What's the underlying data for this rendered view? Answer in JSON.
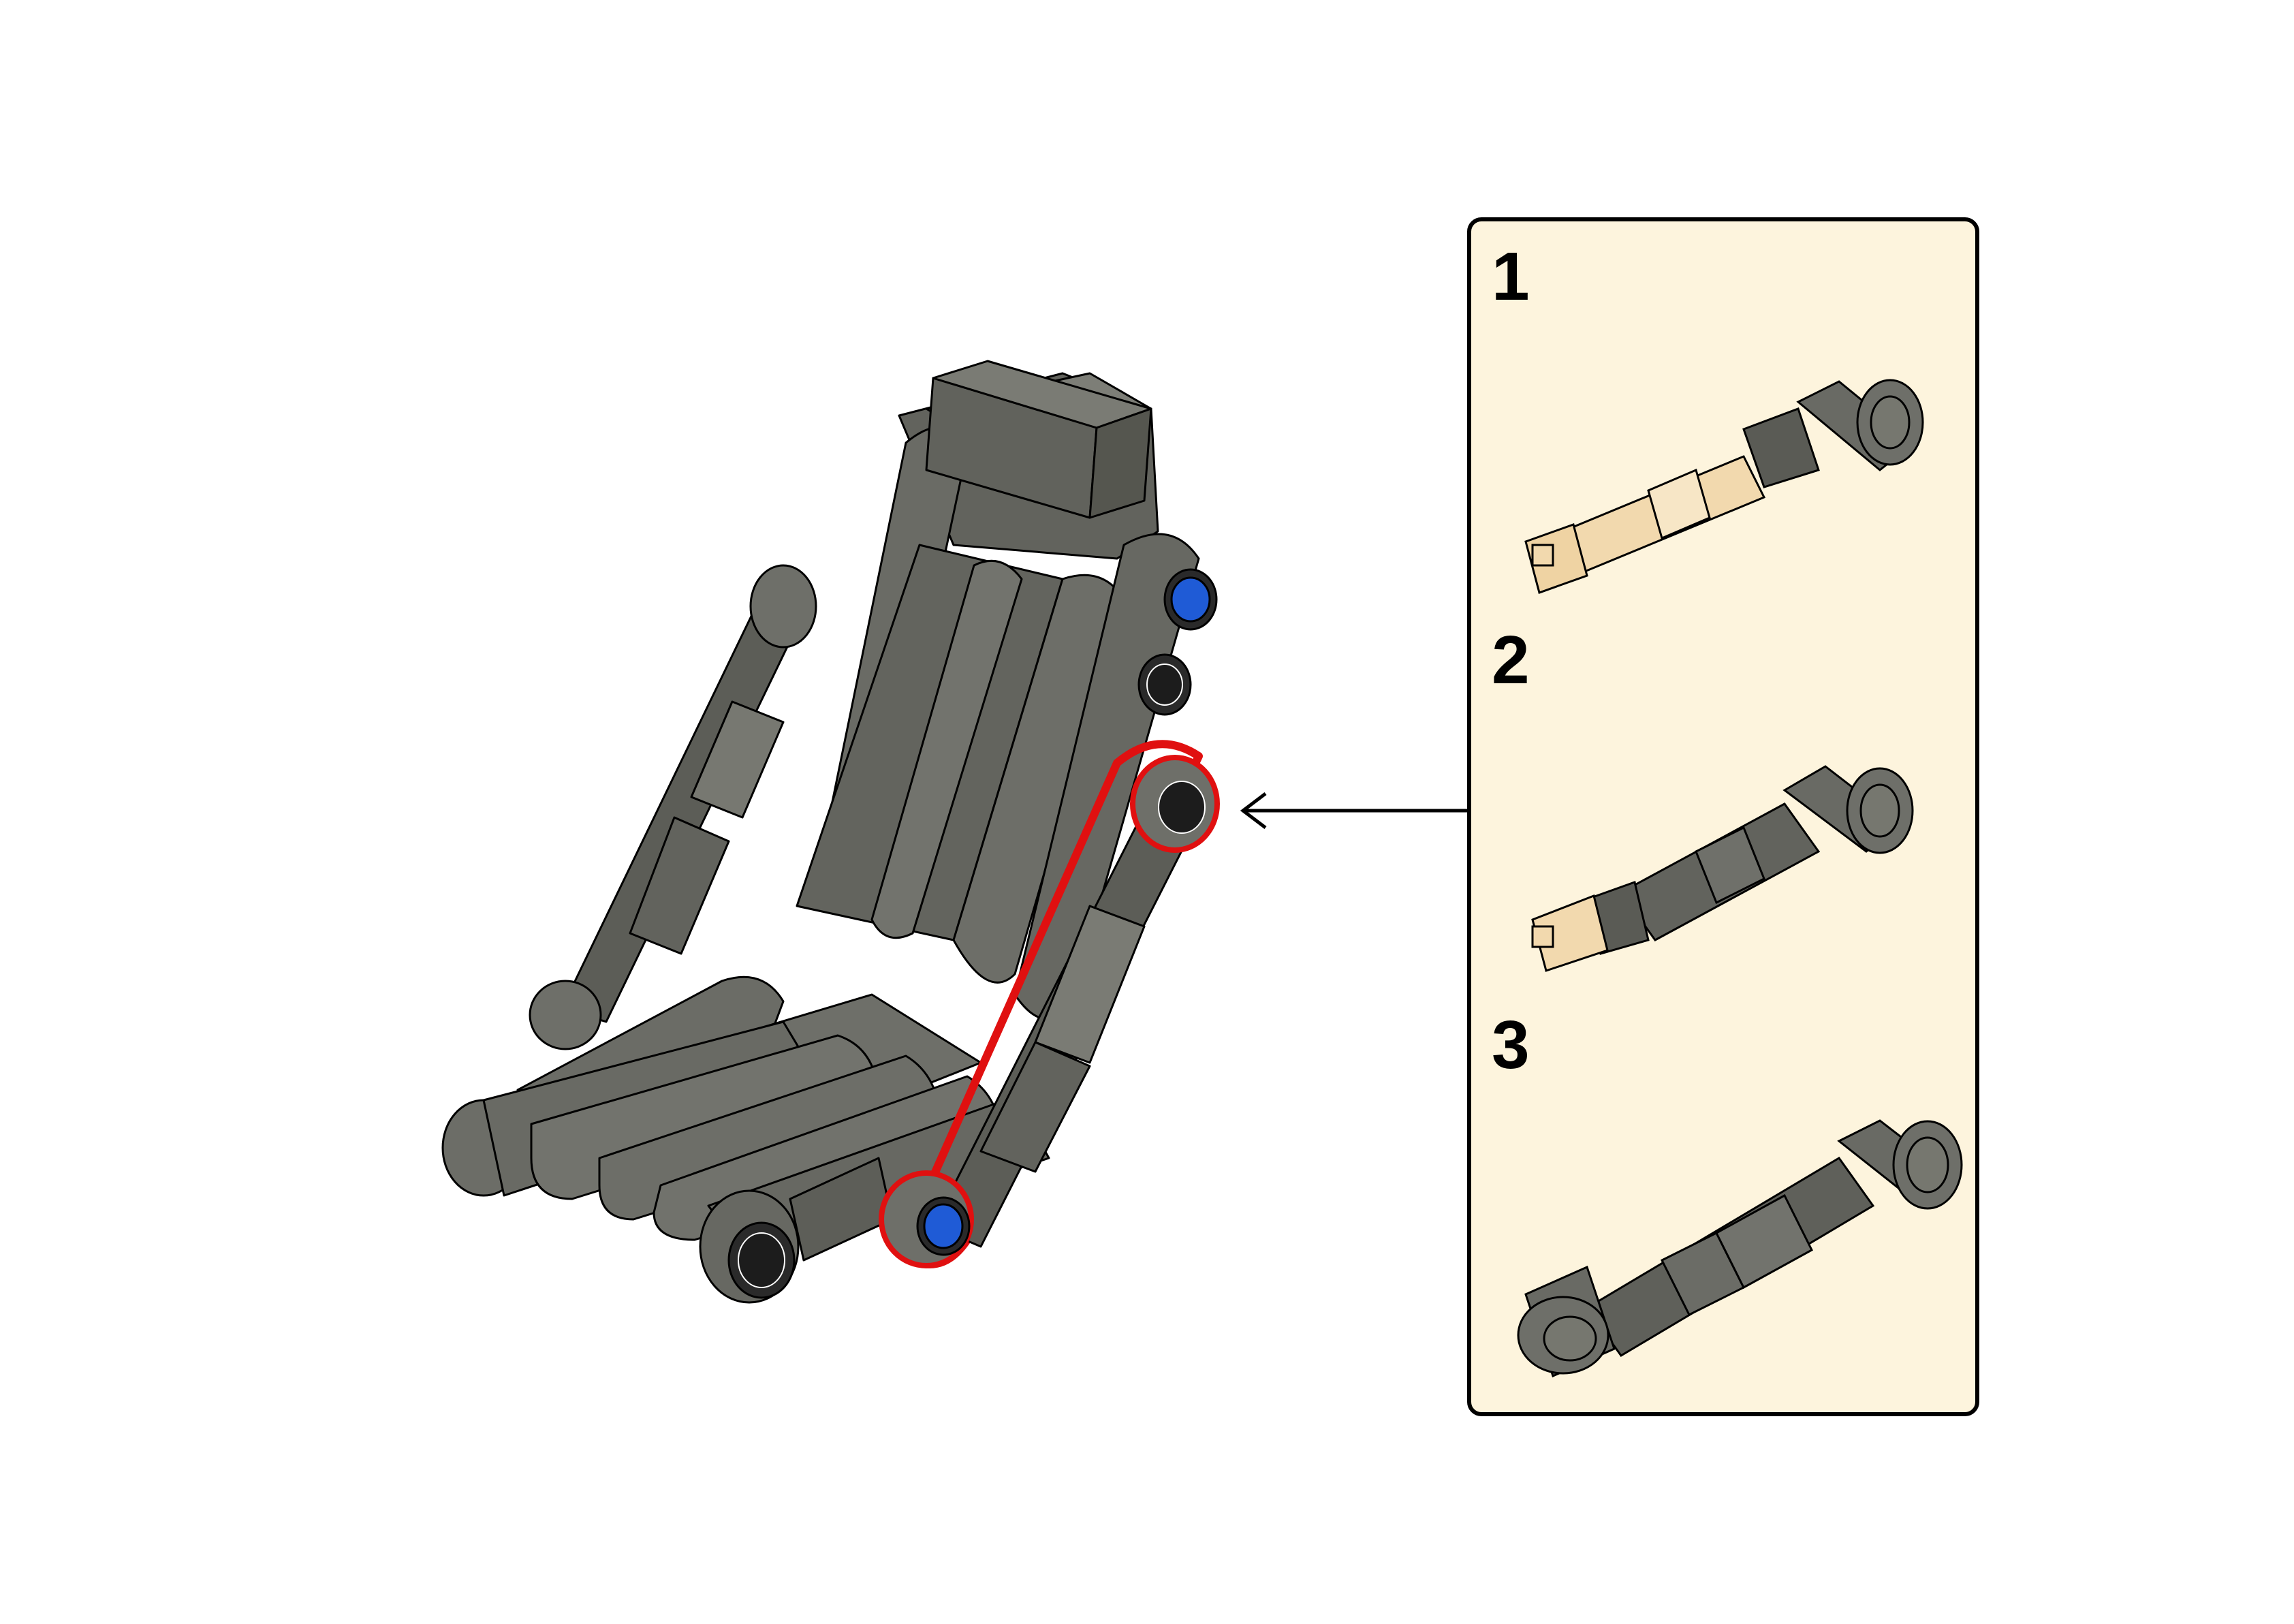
{
  "instruction_page": {
    "model": "reclining-seat-assembly",
    "colors": {
      "part_dark_gray": "#696a64",
      "part_dark_gray_light": "#82837c",
      "part_dark_gray_shadow": "#54554f",
      "axle_tan": "#f2d9ae",
      "pin_blue": "#1f5bd6",
      "pin_black": "#1c1c1c",
      "highlight_red": "#e01010",
      "callout_background": "#fdf4dd",
      "outline": "#000000"
    },
    "callout": {
      "steps": [
        {
          "number": "1",
          "part_icon": "shock-absorber-extended-icon"
        },
        {
          "number": "2",
          "part_icon": "shock-absorber-half-icon"
        },
        {
          "number": "3",
          "part_icon": "shock-absorber-complete-icon"
        }
      ]
    },
    "pointer_arrow_icon": "arrow-left-icon"
  }
}
